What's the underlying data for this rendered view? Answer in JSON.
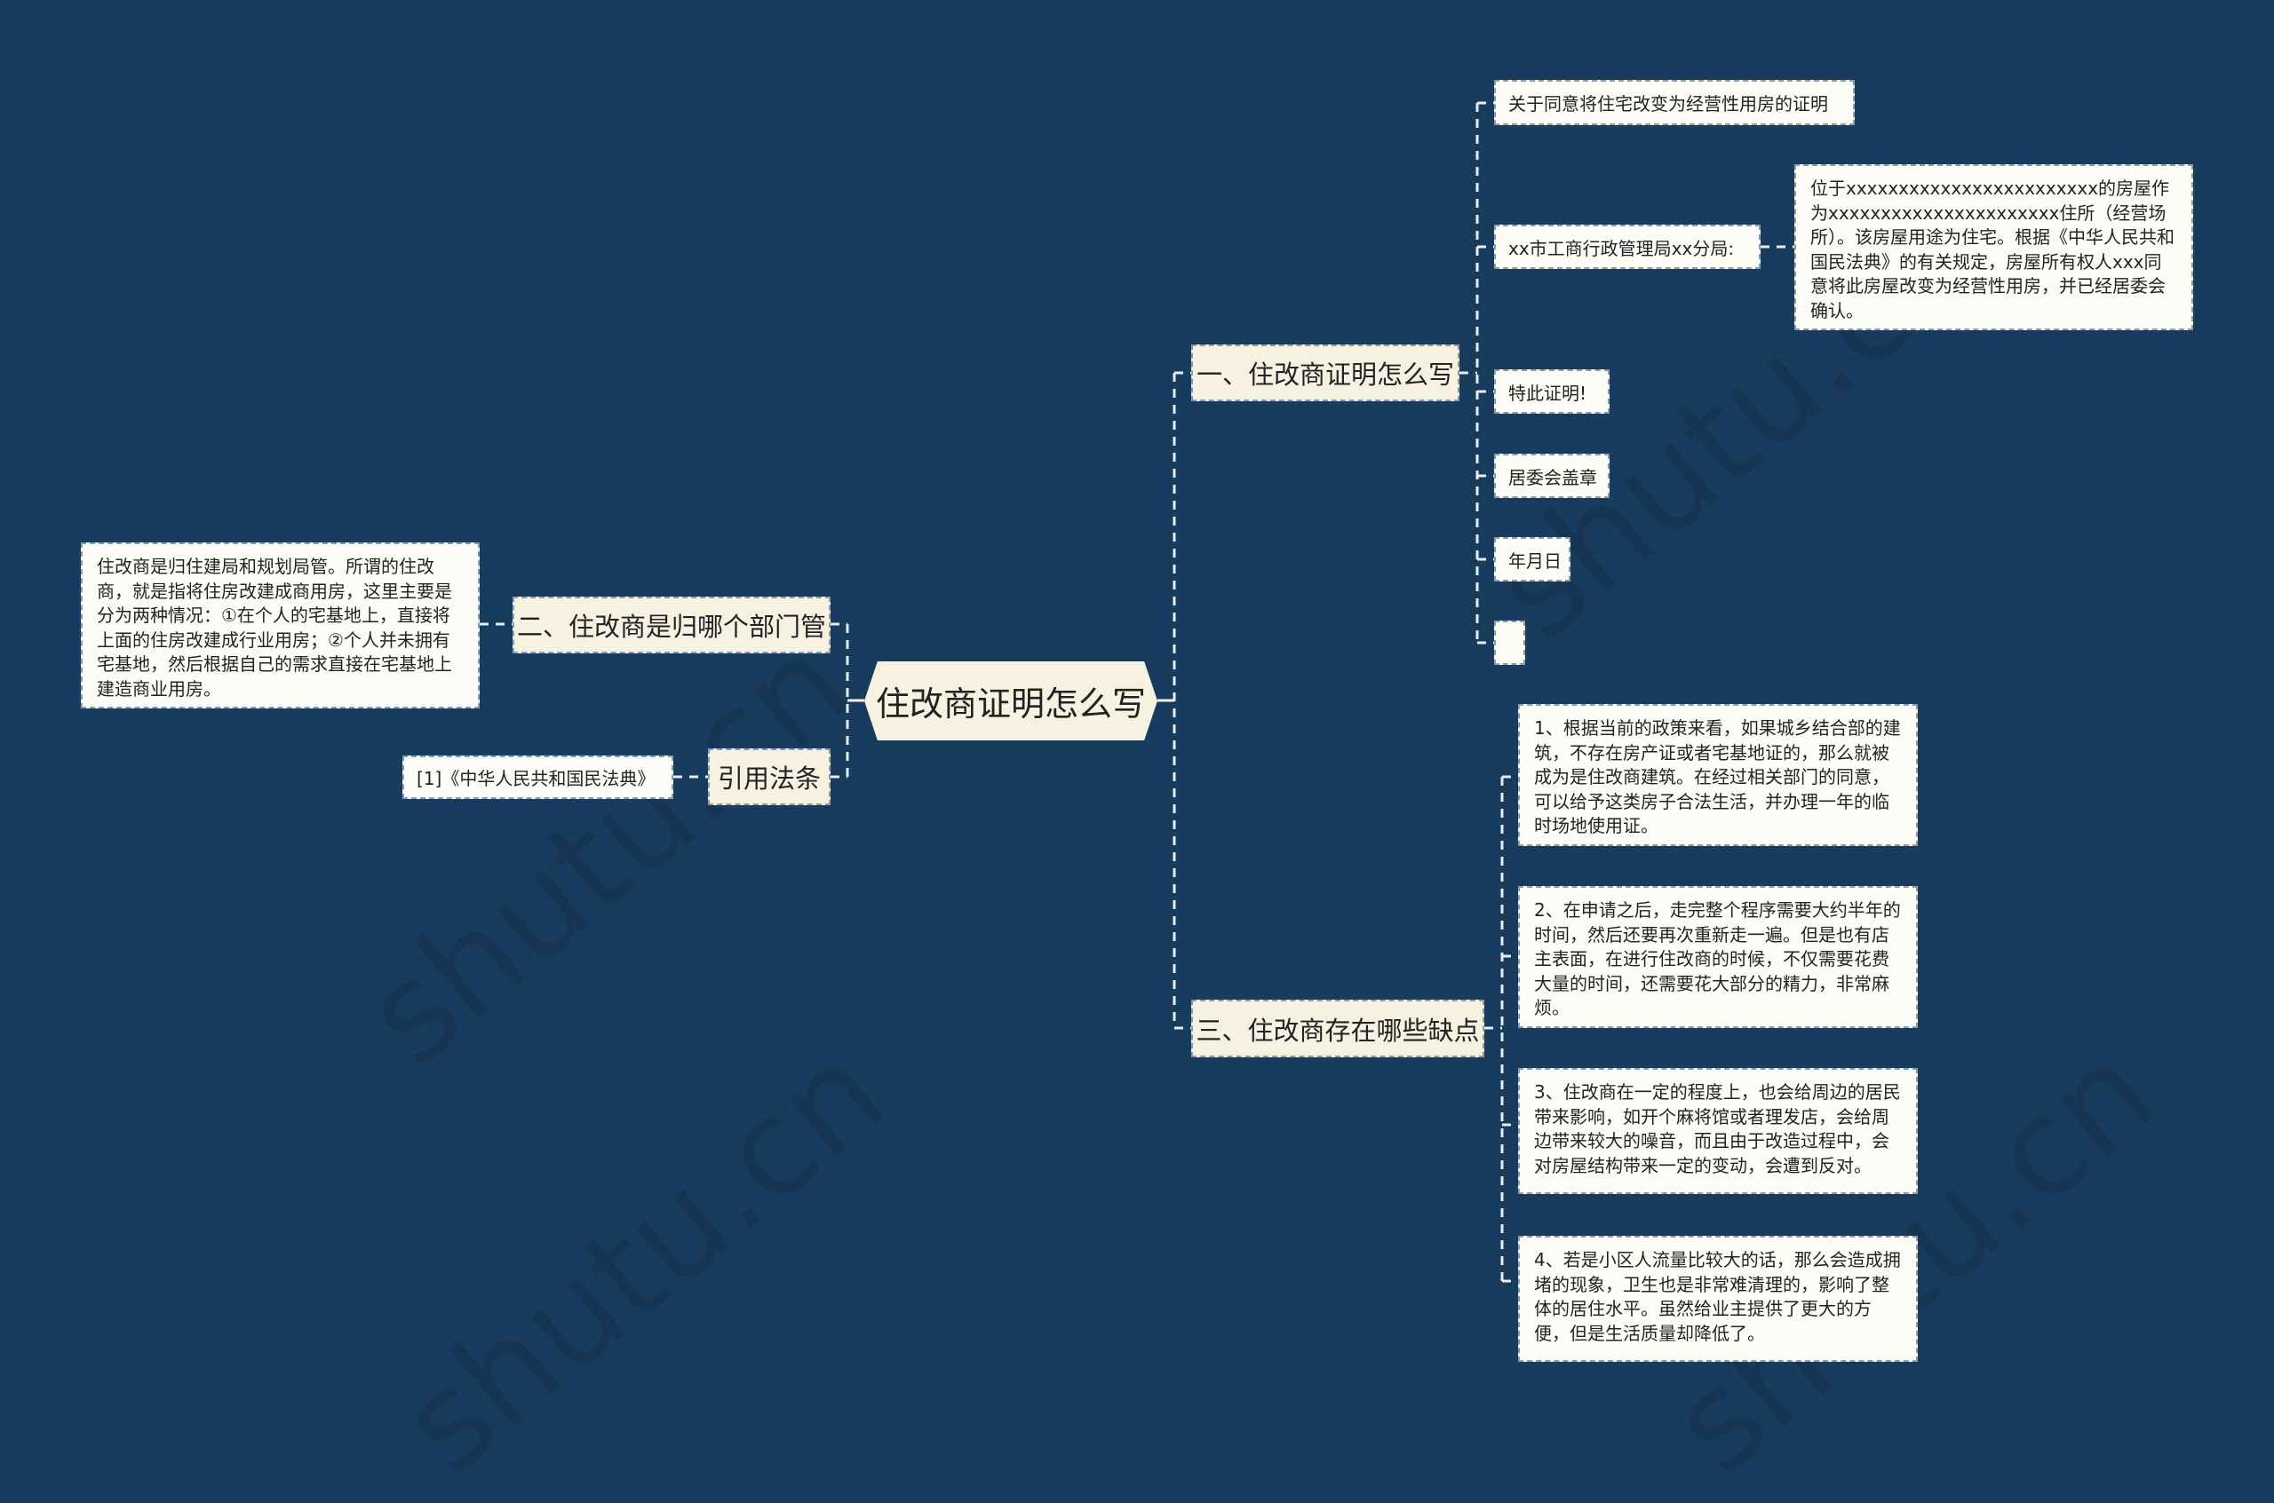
{
  "colors": {
    "background": "#173c5e",
    "branch_fill": "#f6f1e1",
    "leaf_fill": "#fdfdf8",
    "connector": "#e8edf2",
    "text": "#222222"
  },
  "watermark": "shutu.cn",
  "root": {
    "label": "住改商证明怎么写"
  },
  "branches": {
    "b1": {
      "label": "一、住改商证明怎么写",
      "children": [
        {
          "label": "关于同意将住宅改变为经营性用房的证明"
        },
        {
          "label": "xx市工商行政管理局xx分局:",
          "detail": "位于xxxxxxxxxxxxxxxxxxxxxxxx的房屋作为xxxxxxxxxxxxxxxxxxxxxx住所（经营场所）。该房屋用途为住宅。根据《中华人民共和国民法典》的有关规定，房屋所有权人xxx同意将此房屋改变为经营性用房，并已经居委会确认。"
        },
        {
          "label": "特此证明!"
        },
        {
          "label": "居委会盖章"
        },
        {
          "label": "年月日"
        },
        {
          "label": ""
        }
      ]
    },
    "b2": {
      "label": "二、住改商是归哪个部门管",
      "detail": "住改商是归住建局和规划局管。所谓的住改商，就是指将住房改建成商用房，这里主要是分为两种情况：①在个人的宅基地上，直接将上面的住房改建成行业用房；②个人并未拥有宅基地，然后根据自己的需求直接在宅基地上建造商业用房。"
    },
    "b3": {
      "label": "三、住改商存在哪些缺点",
      "children": [
        {
          "label": "1、根据当前的政策来看，如果城乡结合部的建筑，不存在房产证或者宅基地证的，那么就被成为是住改商建筑。在经过相关部门的同意，可以给予这类房子合法生活，并办理一年的临时场地使用证。"
        },
        {
          "label": "2、在申请之后，走完整个程序需要大约半年的时间，然后还要再次重新走一遍。但是也有店主表面，在进行住改商的时候，不仅需要花费大量的时间，还需要花大部分的精力，非常麻烦。"
        },
        {
          "label": "3、住改商在一定的程度上，也会给周边的居民带来影响，如开个麻将馆或者理发店，会给周边带来较大的噪音，而且由于改造过程中，会对房屋结构带来一定的变动，会遭到反对。"
        },
        {
          "label": "4、若是小区人流量比较大的话，那么会造成拥堵的现象，卫生也是非常难清理的，影响了整体的居住水平。虽然给业主提供了更大的方便，但是生活质量却降低了。"
        }
      ]
    },
    "b4": {
      "label": "引用法条",
      "detail": "[1]《中华人民共和国民法典》"
    }
  }
}
